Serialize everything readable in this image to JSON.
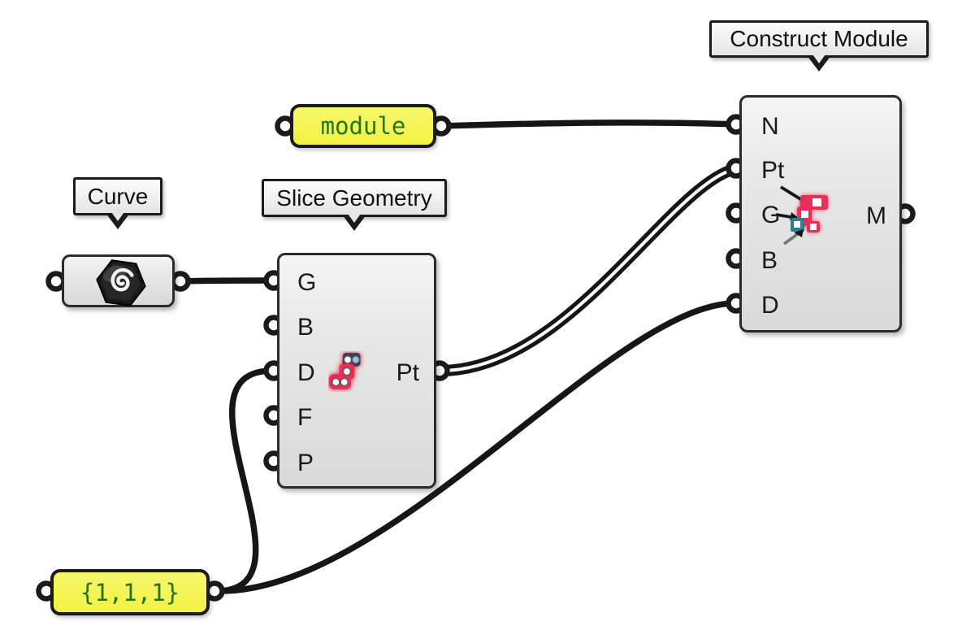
{
  "app": "grasshopper-node-canvas",
  "callouts": {
    "construct_module": "Construct Module",
    "slice_geometry": "Slice Geometry",
    "curve": "Curve"
  },
  "components": {
    "construct_module": {
      "inputs": [
        "N",
        "Pt",
        "G",
        "B",
        "D"
      ],
      "output": "M",
      "icon": "construct-module-icon"
    },
    "slice_geometry": {
      "inputs": [
        "G",
        "B",
        "D",
        "F",
        "P"
      ],
      "output": "Pt",
      "icon": "slice-geometry-points-icon"
    },
    "curve_param": {
      "icon": "curve-hexagon-spiral-icon"
    }
  },
  "panels": {
    "module": {
      "text": "module"
    },
    "vector": {
      "text": "{1,1,1}"
    }
  },
  "connections": [
    {
      "from": "module-panel.out",
      "to": "construct_module.N",
      "style": "single"
    },
    {
      "from": "curve_param.out",
      "to": "slice_geometry.G",
      "style": "single"
    },
    {
      "from": "slice_geometry.Pt",
      "to": "construct_module.Pt",
      "style": "double"
    },
    {
      "from": "vector-panel.out",
      "to": "slice_geometry.D",
      "style": "single"
    },
    {
      "from": "vector-panel.out",
      "to": "construct_module.D",
      "style": "single"
    }
  ],
  "colors": {
    "canvas_bg": "#ffffff",
    "wire": "#161616",
    "component_body": "#e3e3e3",
    "component_border": "#2b2b2b",
    "panel_yellow": "#f5f559",
    "panel_text_green": "#267326",
    "icon_red": "#ea2e55",
    "icon_teal": "#2e7e8e",
    "icon_navy": "#33435a"
  }
}
